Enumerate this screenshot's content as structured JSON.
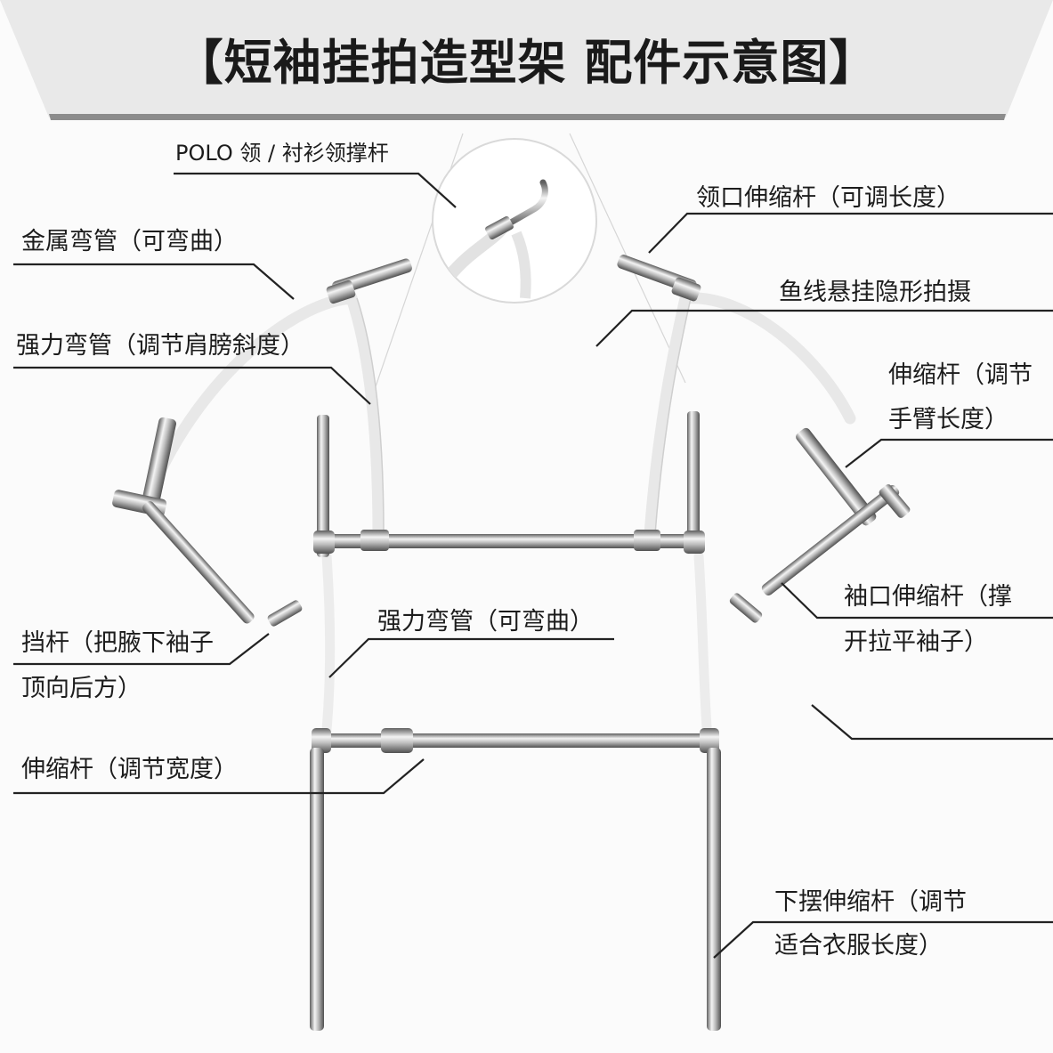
{
  "title": "【短袖挂拍造型架 配件示意图】",
  "labels": {
    "polo_collar": "POLO 领 / 衬衫领撑杆",
    "metal_bend_pipe": "金属弯管（可弯曲）",
    "strong_bend_shoulder": "强力弯管（调节肩膀斜度）",
    "collar_telescopic": "领口伸缩杆（可调长度）",
    "fishing_line": "鱼线悬挂隐形拍摄",
    "arm_telescopic_1": "伸缩杆（调节",
    "arm_telescopic_2": "手臂长度）",
    "stopper_1": "挡杆（把腋下袖子",
    "stopper_2": "顶向后方）",
    "strong_bend_flex": "强力弯管（可弯曲）",
    "cuff_telescopic_1": "袖口伸缩杆（撑",
    "cuff_telescopic_2": "开拉平袖子）",
    "width_telescopic": "伸缩杆（调节宽度）",
    "hem_telescopic_1": "下摆伸缩杆（调节",
    "hem_telescopic_2": "适合衣服长度）"
  },
  "colors": {
    "header_bg": "#ececec",
    "header_edge": "#9a9a9a",
    "metal_light": "#f2f2f2",
    "metal_dark": "#6e6e6e",
    "leader_line": "#2a2a2a"
  }
}
